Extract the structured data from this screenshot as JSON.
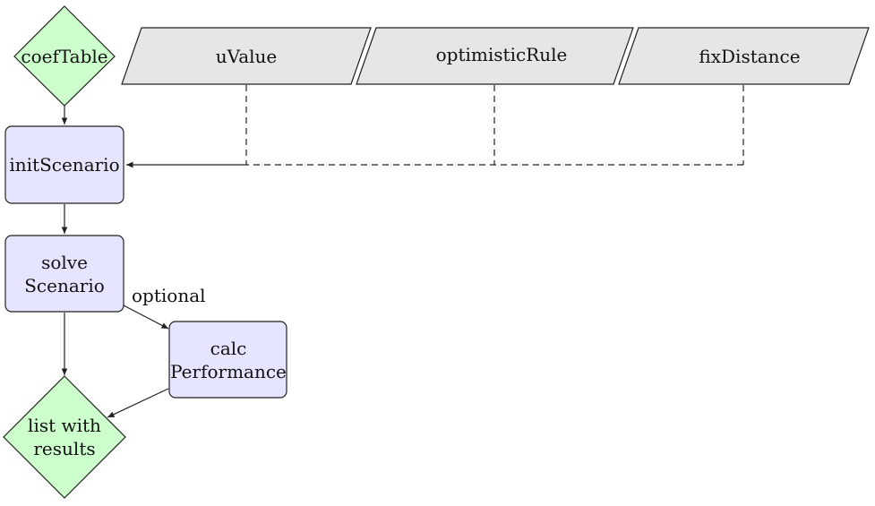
{
  "nodes": {
    "coefTable": "coefTable",
    "initScenario": "initScenario",
    "solveScenario": [
      "solve",
      "Scenario"
    ],
    "calcPerformance": [
      "calc",
      "Performance"
    ],
    "listWithResults": [
      "list with",
      "results"
    ],
    "uValue": "uValue",
    "optimisticRule": "optimisticRule",
    "fixDistance": "fixDistance"
  },
  "edge_labels": {
    "optional": "optional"
  },
  "colors": {
    "diamond_fill": "#ccffcc",
    "process_fill": "#e5e5ff",
    "input_fill": "#e6e6e6",
    "stroke": "#222222"
  }
}
